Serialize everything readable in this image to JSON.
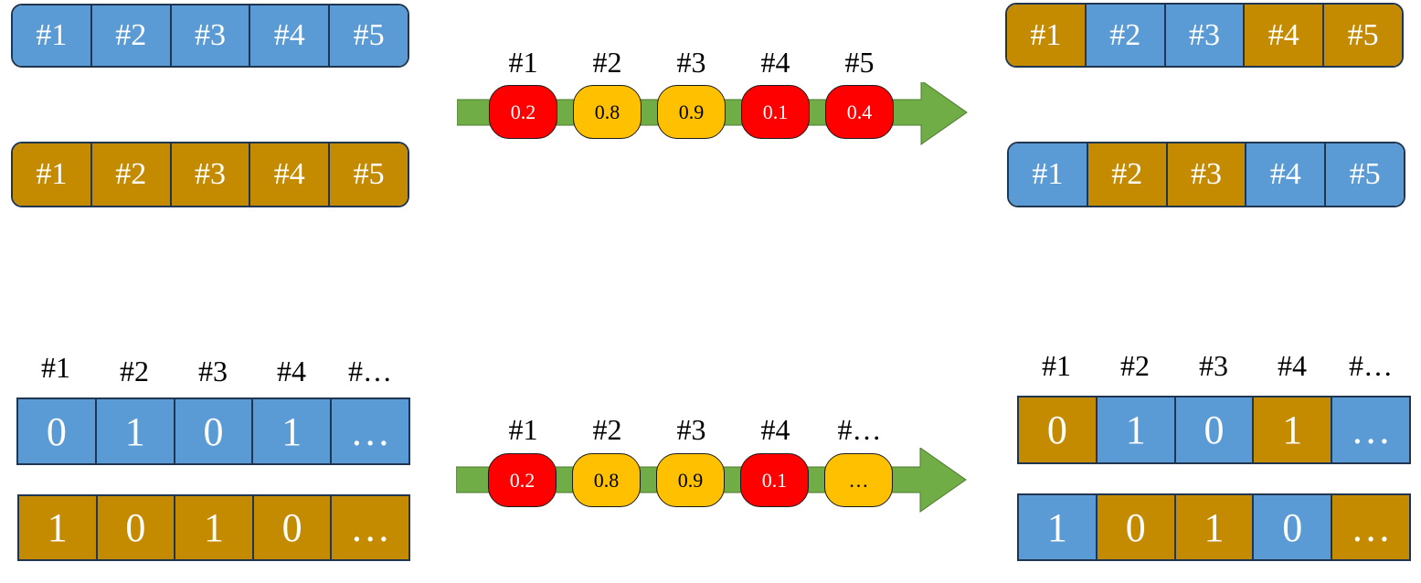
{
  "top": {
    "left_strips": [
      {
        "cells": [
          {
            "t": "#1",
            "c": "b"
          },
          {
            "t": "#2",
            "c": "b"
          },
          {
            "t": "#3",
            "c": "b"
          },
          {
            "t": "#4",
            "c": "b"
          },
          {
            "t": "#5",
            "c": "b"
          }
        ]
      },
      {
        "cells": [
          {
            "t": "#1",
            "c": "o"
          },
          {
            "t": "#2",
            "c": "o"
          },
          {
            "t": "#3",
            "c": "o"
          },
          {
            "t": "#4",
            "c": "o"
          },
          {
            "t": "#5",
            "c": "o"
          }
        ]
      }
    ],
    "right_strips": [
      {
        "cells": [
          {
            "t": "#1",
            "c": "o"
          },
          {
            "t": "#2",
            "c": "b"
          },
          {
            "t": "#3",
            "c": "b"
          },
          {
            "t": "#4",
            "c": "o"
          },
          {
            "t": "#5",
            "c": "o"
          }
        ]
      },
      {
        "cells": [
          {
            "t": "#1",
            "c": "b"
          },
          {
            "t": "#2",
            "c": "o"
          },
          {
            "t": "#3",
            "c": "o"
          },
          {
            "t": "#4",
            "c": "b"
          },
          {
            "t": "#5",
            "c": "b"
          }
        ]
      }
    ],
    "mask": {
      "labels": [
        "#1",
        "#2",
        "#3",
        "#4",
        "#5"
      ],
      "pills": [
        {
          "v": "0.2",
          "c": "red"
        },
        {
          "v": "0.8",
          "c": "yel"
        },
        {
          "v": "0.9",
          "c": "yel"
        },
        {
          "v": "0.1",
          "c": "red"
        },
        {
          "v": "0.4",
          "c": "red"
        }
      ]
    }
  },
  "bottom": {
    "left_headers": [
      "#1",
      "#2",
      "#3",
      "#4",
      "#…"
    ],
    "right_headers": [
      "#1",
      "#2",
      "#3",
      "#4",
      "#…"
    ],
    "left_strips": [
      {
        "cells": [
          {
            "t": "0",
            "c": "b"
          },
          {
            "t": "1",
            "c": "b"
          },
          {
            "t": "0",
            "c": "b"
          },
          {
            "t": "1",
            "c": "b"
          },
          {
            "t": "…",
            "c": "b"
          }
        ]
      },
      {
        "cells": [
          {
            "t": "1",
            "c": "o"
          },
          {
            "t": "0",
            "c": "o"
          },
          {
            "t": "1",
            "c": "o"
          },
          {
            "t": "0",
            "c": "o"
          },
          {
            "t": "…",
            "c": "o"
          }
        ]
      }
    ],
    "right_strips": [
      {
        "cells": [
          {
            "t": "0",
            "c": "o"
          },
          {
            "t": "1",
            "c": "b"
          },
          {
            "t": "0",
            "c": "b"
          },
          {
            "t": "1",
            "c": "o"
          },
          {
            "t": "…",
            "c": "b"
          }
        ]
      },
      {
        "cells": [
          {
            "t": "1",
            "c": "b"
          },
          {
            "t": "0",
            "c": "o"
          },
          {
            "t": "1",
            "c": "o"
          },
          {
            "t": "0",
            "c": "b"
          },
          {
            "t": "…",
            "c": "o"
          }
        ]
      }
    ],
    "mask": {
      "labels": [
        "#1",
        "#2",
        "#3",
        "#4",
        "#…"
      ],
      "pills": [
        {
          "v": "0.2",
          "c": "red"
        },
        {
          "v": "0.8",
          "c": "yel"
        },
        {
          "v": "0.9",
          "c": "yel"
        },
        {
          "v": "0.1",
          "c": "red"
        },
        {
          "v": "…",
          "c": "yel"
        }
      ]
    }
  },
  "colors": {
    "blue": "#5b9bd5",
    "orange": "#c48a00",
    "red": "#ff0000",
    "yellow": "#ffc000",
    "arrow": "#70ad47",
    "border": "#1f3550"
  }
}
